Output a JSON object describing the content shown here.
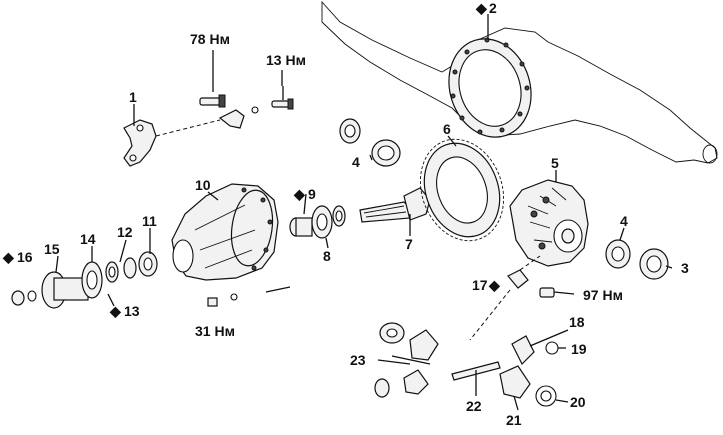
{
  "callouts": {
    "c1": "1",
    "c2": "2",
    "c3": "3",
    "c4a": "4",
    "c4b": "4",
    "c5": "5",
    "c6": "6",
    "c7": "7",
    "c8": "8",
    "c9": "9",
    "c10": "10",
    "c11": "11",
    "c12": "12",
    "c13": "13",
    "c14": "14",
    "c15": "15",
    "c16": "16",
    "c17": "17",
    "c18": "18",
    "c19": "19",
    "c20": "20",
    "c21": "21",
    "c22": "22",
    "c23": "23"
  },
  "torques": {
    "t78": "78 Нм",
    "t13": "13 Нм",
    "t97": "97 Нм",
    "t31": "31 Нм"
  },
  "marker_symbol": "◆",
  "icons": {
    "diamond": "black-diamond-marker"
  }
}
